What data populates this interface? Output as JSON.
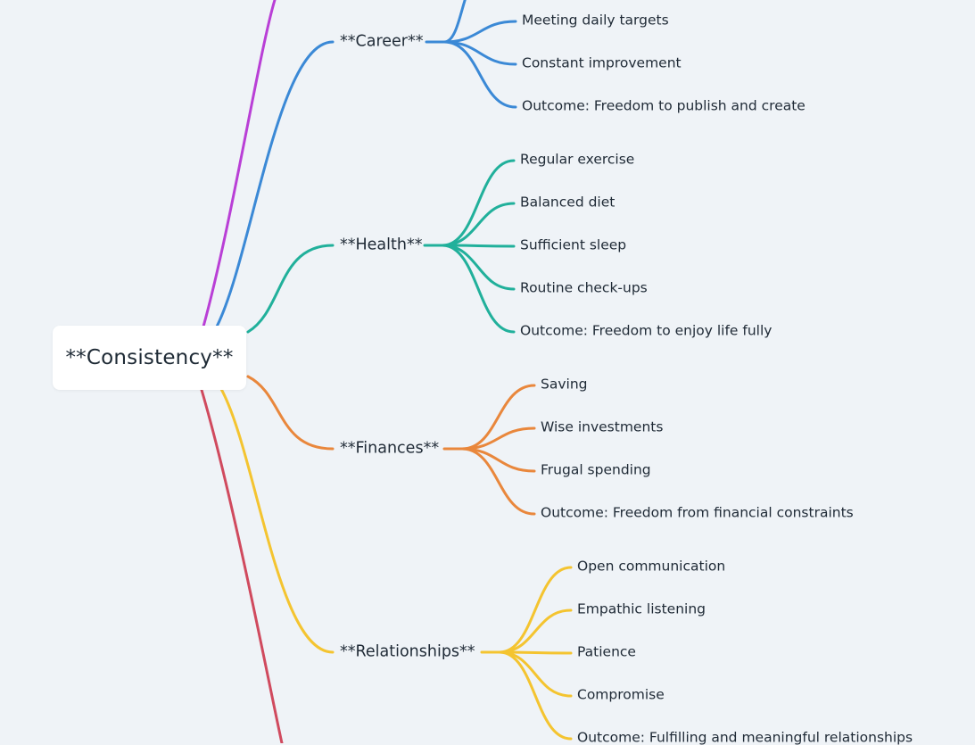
{
  "root": {
    "label": "**Consistency**"
  },
  "branches": [
    {
      "id": "career",
      "label": "**Career**",
      "color": "#3b89d6",
      "leaves": [
        "Meeting daily targets",
        "Constant improvement",
        "Outcome: Freedom to publish and create"
      ]
    },
    {
      "id": "health",
      "label": "**Health**",
      "color": "#21b09b",
      "leaves": [
        "Regular exercise",
        "Balanced diet",
        "Sufficient sleep",
        "Routine check-ups",
        "Outcome: Freedom to enjoy life fully"
      ]
    },
    {
      "id": "finances",
      "label": "**Finances**",
      "color": "#e9873c",
      "leaves": [
        "Saving",
        "Wise investments",
        "Frugal spending",
        "Outcome: Freedom from financial constraints"
      ]
    },
    {
      "id": "relationships",
      "label": "**Relationships**",
      "color": "#f4c430",
      "leaves": [
        "Open communication",
        "Empathic listening",
        "Patience",
        "Compromise",
        "Outcome: Fulfilling and meaningful relationships"
      ]
    }
  ],
  "offscreen_branch_colors": {
    "top": "#b93fd6",
    "bottom": "#d04a5e"
  }
}
